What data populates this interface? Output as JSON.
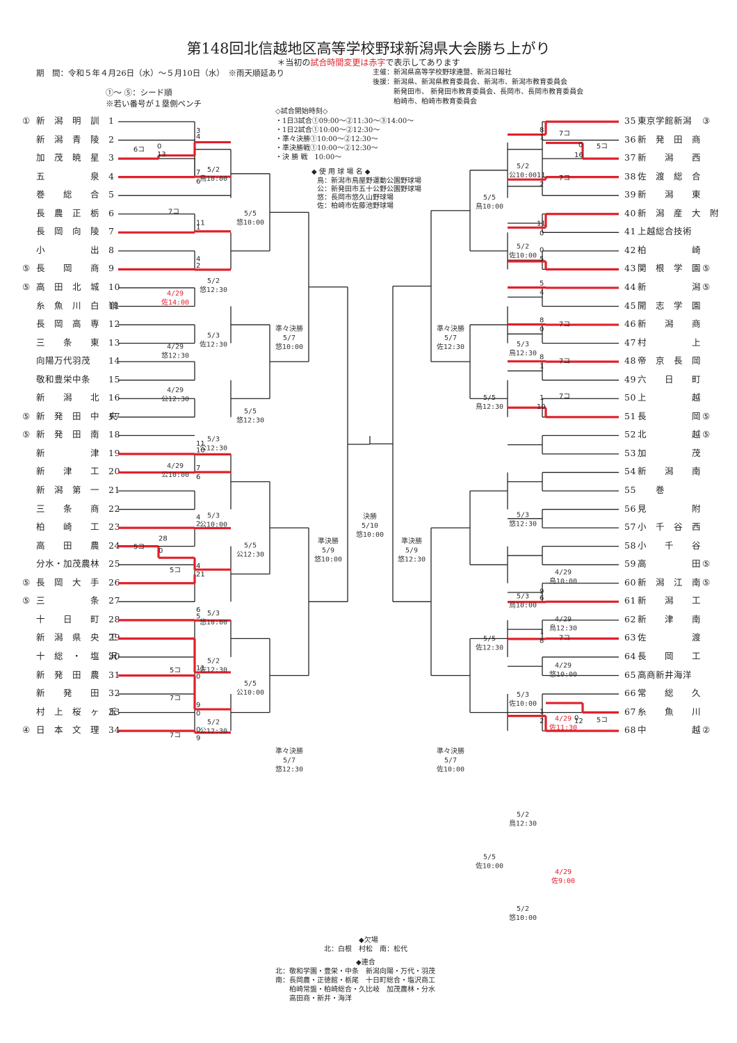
{
  "title": "第148回北信越地区高等学校野球新潟県大会勝ち上がり",
  "note_prefix": "＊当初の",
  "note_red": "試合時間変更は赤字",
  "note_suffix": "で表示してあります",
  "period": "期　間：令和５年４月26日（水）～５月10日（水）　※雨天順延あり",
  "seed_note1": "①～ ⑤：シード順",
  "seed_note2": "※若い番号が１塁側ベンチ",
  "sponsor": [
    "主催：新潟県高等学校野球連盟、新潟日報社",
    "後援：新潟県、新潟県教育委員会、新潟市、新潟市教育委員会",
    "　　　新発田市、 新発田市教育委員会、長岡市、長岡市教育委員会",
    "　　　柏崎市、柏崎市教育委員会"
  ],
  "start_times": [
    "◇試合開始時刻◇",
    "・1日3試合①09:00～②11:30～③14:00～",
    "・1日2試合①10:00～②12:30～",
    "・準々決勝①10:00～②12:30～",
    "・準決勝戦①10:00～②12:30～",
    "・決 勝 戦　10:00～"
  ],
  "venues": [
    "◆ 使 用 球 場 名 ◆",
    "鳥：新潟市鳥屋野運動公園野球場",
    "公：新発田市五十公野公園野球場",
    "悠：長岡市悠久山野球場",
    "佐：柏崎市佐藤池野球場"
  ],
  "absent": [
    "◆欠場",
    "北：白根　村松　南：松代"
  ],
  "joint": [
    "◆連合",
    "北：敬和学園・豊栄・中条　新潟向陽・万代・羽茂",
    "南：長岡農・正徳館・栃尾　十日町総合・塩沢商工",
    "　　柏崎常盤・柏崎総合・久比岐　加茂農林・分水",
    "　　高田商・新井・海洋"
  ],
  "left_teams": [
    {
      "seed": "①",
      "name": "新　潟　明　訓",
      "no": "1"
    },
    {
      "seed": "",
      "name": "新　潟　青　陵",
      "no": "2"
    },
    {
      "seed": "",
      "name": "加　茂　暁　星",
      "no": "3"
    },
    {
      "seed": "",
      "name": "五　　　　　泉",
      "no": "4"
    },
    {
      "seed": "",
      "name": "巻　　総　　合",
      "no": "5"
    },
    {
      "seed": "",
      "name": "長　農　正　栃",
      "no": "6"
    },
    {
      "seed": "",
      "name": "長　岡　向　陵",
      "no": "7"
    },
    {
      "seed": "",
      "name": "小　　　　　出",
      "no": "8"
    },
    {
      "seed": "⑤",
      "name": "長　　岡　　商",
      "no": "9"
    },
    {
      "seed": "⑤",
      "name": "高　田　北　城",
      "no": "10"
    },
    {
      "seed": "",
      "name": "糸　魚　川　白　嶺",
      "no": "11"
    },
    {
      "seed": "",
      "name": "長　岡　高　専",
      "no": "12"
    },
    {
      "seed": "",
      "name": "三　　条　　東",
      "no": "13"
    },
    {
      "seed": "",
      "name": "向陽万代羽茂",
      "no": "14"
    },
    {
      "seed": "",
      "name": "敬和豊栄中条",
      "no": "15"
    },
    {
      "seed": "",
      "name": "新　　潟　　北",
      "no": "16"
    },
    {
      "seed": "⑤",
      "name": "新　発　田　中　央",
      "no": "17"
    },
    {
      "seed": "⑤",
      "name": "新　発　田　南",
      "no": "18"
    },
    {
      "seed": "",
      "name": "新　　　　　津",
      "no": "19"
    },
    {
      "seed": "",
      "name": "新　　津　　工",
      "no": "20"
    },
    {
      "seed": "",
      "name": "新　潟　第　一",
      "no": "21"
    },
    {
      "seed": "",
      "name": "三　　条　　商",
      "no": "22"
    },
    {
      "seed": "",
      "name": "柏　　崎　　工",
      "no": "23"
    },
    {
      "seed": "",
      "name": "高　　田　　農",
      "no": "24"
    },
    {
      "seed": "",
      "name": "分水・加茂農林",
      "no": "25"
    },
    {
      "seed": "⑤",
      "name": "長　岡　大　手",
      "no": "26"
    },
    {
      "seed": "⑤",
      "name": "三　　　　　条",
      "no": "27"
    },
    {
      "seed": "",
      "name": "十　　日　　町",
      "no": "28"
    },
    {
      "seed": "",
      "name": "新　潟　県　央　工",
      "no": "29"
    },
    {
      "seed": "",
      "name": "十　総　・　塩　沢",
      "no": "30"
    },
    {
      "seed": "",
      "name": "新　発　田　農",
      "no": "31"
    },
    {
      "seed": "",
      "name": "新　　発　　田",
      "no": "32"
    },
    {
      "seed": "",
      "name": "村　上　桜　ヶ　丘",
      "no": "33"
    },
    {
      "seed": "④",
      "name": "日　本　文　理",
      "no": "34"
    }
  ],
  "right_teams": [
    {
      "no": "35",
      "name": "東京学館新潟",
      "seed": "③"
    },
    {
      "no": "36",
      "name": "新　発　田　商",
      "seed": ""
    },
    {
      "no": "37",
      "name": "新　　潟　　西",
      "seed": ""
    },
    {
      "no": "38",
      "name": "佐　渡　総　合",
      "seed": ""
    },
    {
      "no": "39",
      "name": "新　　潟　　東",
      "seed": ""
    },
    {
      "no": "40",
      "name": "新　潟　産　大　附",
      "seed": ""
    },
    {
      "no": "41",
      "name": "上越総合技術",
      "seed": ""
    },
    {
      "no": "42",
      "name": "柏　　　　　崎",
      "seed": ""
    },
    {
      "no": "43",
      "name": "関　根　学　園",
      "seed": "⑤"
    },
    {
      "no": "44",
      "name": "新　　　　　潟",
      "seed": "⑤"
    },
    {
      "no": "45",
      "name": "開　志　学　園",
      "seed": ""
    },
    {
      "no": "46",
      "name": "新　　潟　　商",
      "seed": ""
    },
    {
      "no": "47",
      "name": "村　　　　　上",
      "seed": ""
    },
    {
      "no": "48",
      "name": "帝　京　長　岡",
      "seed": ""
    },
    {
      "no": "49",
      "name": "六　　日　　町",
      "seed": ""
    },
    {
      "no": "50",
      "name": "上　　　　　越",
      "seed": ""
    },
    {
      "no": "51",
      "name": "長　　　　　岡",
      "seed": "⑤"
    },
    {
      "no": "52",
      "name": "北　　　　　越",
      "seed": "⑤"
    },
    {
      "no": "53",
      "name": "加　　　　　茂",
      "seed": ""
    },
    {
      "no": "54",
      "name": "新　　潟　　南",
      "seed": ""
    },
    {
      "no": "55",
      "name": "　　巻",
      "seed": ""
    },
    {
      "no": "56",
      "name": "見　　　　　附",
      "seed": ""
    },
    {
      "no": "57",
      "name": "小　千　谷　西",
      "seed": ""
    },
    {
      "no": "58",
      "name": "小　　千　　谷",
      "seed": ""
    },
    {
      "no": "59",
      "name": "高　　　　　田",
      "seed": "⑤"
    },
    {
      "no": "60",
      "name": "新　潟　江　南",
      "seed": "⑤"
    },
    {
      "no": "61",
      "name": "新　　潟　　工",
      "seed": ""
    },
    {
      "no": "62",
      "name": "新　　津　　南",
      "seed": ""
    },
    {
      "no": "63",
      "name": "佐　　　　　渡",
      "seed": ""
    },
    {
      "no": "64",
      "name": "長　　岡　　工",
      "seed": ""
    },
    {
      "no": "65",
      "name": "高商新井海洋",
      "seed": ""
    },
    {
      "no": "66",
      "name": "常　　総　　久",
      "seed": ""
    },
    {
      "no": "67",
      "name": "糸　　魚　　川",
      "seed": ""
    },
    {
      "no": "68",
      "name": "中　　　　　越",
      "seed": "②"
    }
  ],
  "round_labels": {
    "qf": "準々決勝",
    "sf": "準決勝",
    "final": "決勝"
  }
}
